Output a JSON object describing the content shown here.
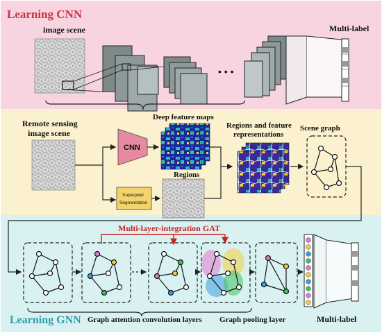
{
  "colors": {
    "cnn_panel": "#f7d4df",
    "fusion_panel": "#fbf1cf",
    "gnn_panel": "#d9f1f1",
    "title_red": "#cc3344",
    "title_teal": "#2aa0a8",
    "cnn_block": "#e58aa0",
    "superpixel_block": "#f4d36a",
    "gat_red": "#cc2222"
  },
  "top": {
    "title": "Learning CNN",
    "image_label": "image scene",
    "ellipsis": "• • •",
    "output_label": "Multi-label"
  },
  "middle": {
    "input_label_1": "Remote sensing",
    "input_label_2": "image scene",
    "cnn_label": "CNN",
    "superpixel_label_1": "Superpixel",
    "superpixel_label_2": "Segmentation",
    "feature_maps_label": "Deep feature maps",
    "regions_label": "Regions",
    "region_repr_label_1": "Regions and feature",
    "region_repr_label_2": "representations",
    "scene_graph_label": "Scene graph"
  },
  "bottom": {
    "title": "Learning GNN",
    "gat_label": "Multi-layer-integration GAT",
    "conv_layers_label": "Graph attention convolution layers",
    "pooling_label": "Graph pooling layer",
    "output_label": "Multi-label"
  },
  "icons": [
    "lace-image",
    "feature-map-stack",
    "cnn-trapezoid",
    "superpixel-map",
    "scene-graph",
    "multilabel-vector"
  ]
}
